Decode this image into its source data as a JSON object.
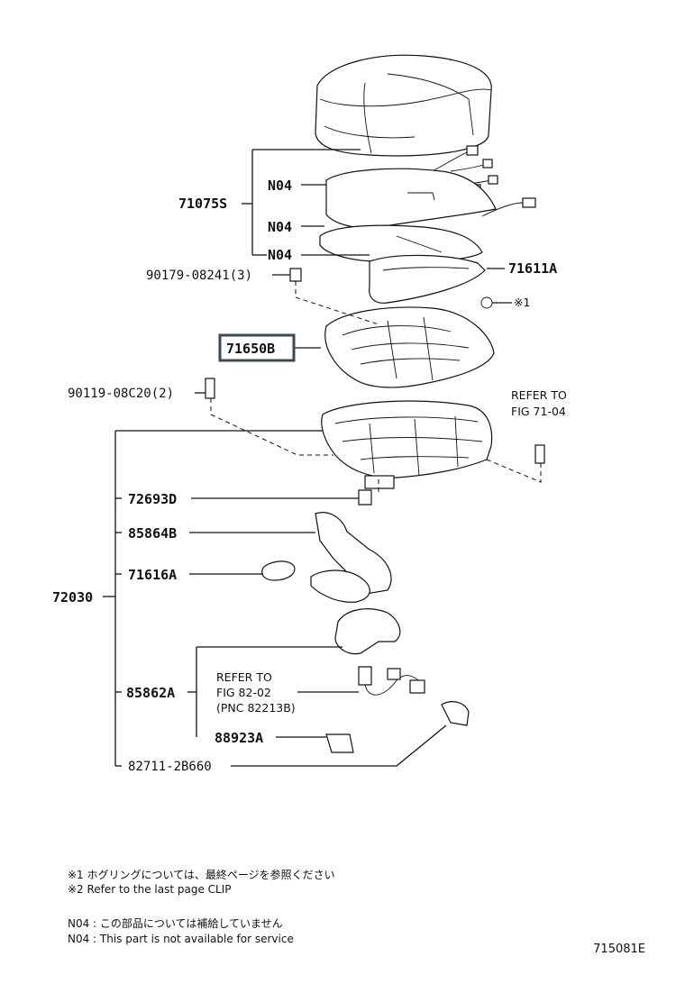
{
  "diagram": {
    "callouts": {
      "seat_cover_assy": "71075S",
      "n04_a": "N04",
      "n04_b": "N04",
      "n04_c": "N04",
      "pad": "71611A",
      "nut": "90179-08241(3)",
      "note_mark_1": "※1",
      "spring_assy": "71650B",
      "bolt": "90119-08C20(2)",
      "refer_fig_7104_line1": "REFER TO",
      "refer_fig_7104_line2": "FIG 71-04",
      "frame_assy": "72030",
      "clip_72693d": "72693D",
      "wire_85864b": "85864B",
      "cushion_71616a": "71616A",
      "motor_85862a": "85862A",
      "refer_fig_8202_line1": "REFER TO",
      "refer_fig_8202_line2": "FIG 82-02",
      "refer_fig_8202_line3": "(PNC 82213B)",
      "clamp_88923a": "88923A",
      "clip_827112b660": "82711-2B660"
    }
  },
  "notes": {
    "line1": "※1 ホグリングについては、最終ページを参照ください",
    "line2": "※2 Refer to the last page CLIP",
    "line3": "N04 : この部品については補給していません",
    "line4": "N04 : This part is not available for service"
  },
  "figure_code": "715081E"
}
